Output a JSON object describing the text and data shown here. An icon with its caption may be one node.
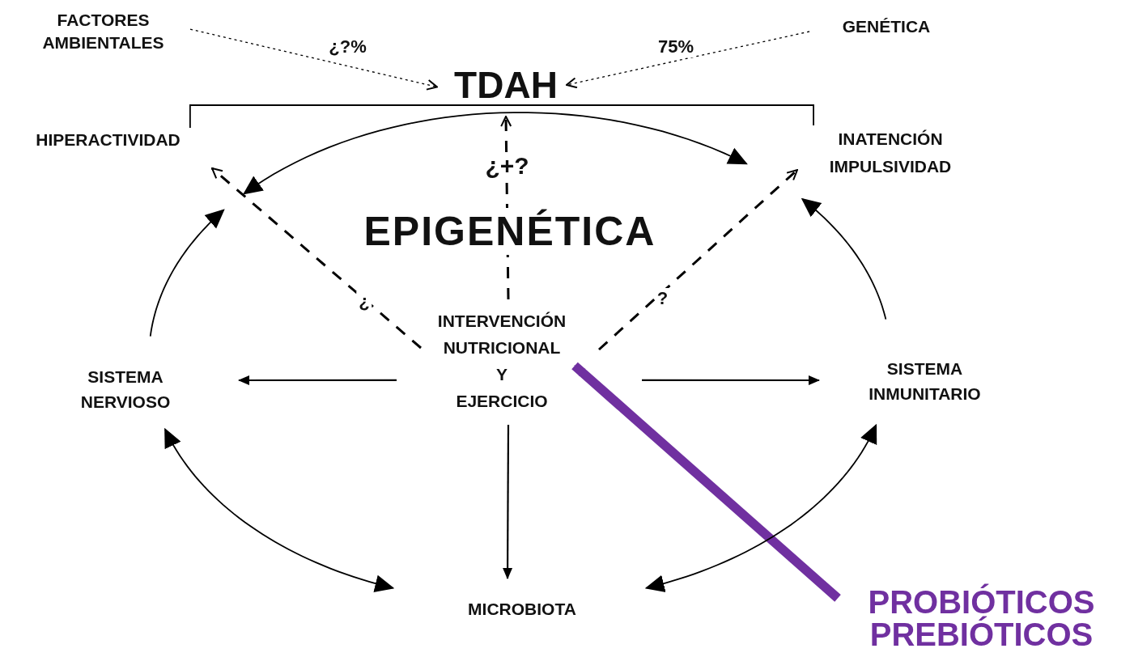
{
  "diagram": {
    "nodes": [
      {
        "text": [
          "FACTORES AMBIENTALES"
        ]
      },
      {
        "text": [
          "GENÉTICA"
        ]
      },
      {
        "text": [
          "TDAH"
        ]
      },
      {
        "text": [
          "HIPERACTIVIDAD"
        ]
      },
      {
        "text": [
          "INATENCIÓN IMPULSIVIDAD"
        ]
      },
      {
        "text": [
          "INTERVENCIÓN NUTRICIONAL Y EJERCICIO"
        ]
      },
      {
        "text": [
          "SISTEMA NERVIOSO"
        ]
      },
      {
        "text": [
          "SISTEMA INMUNITARIO"
        ]
      },
      {
        "text": [
          "MICROBIOTA"
        ]
      },
      {
        "text": [
          "PROBIÓTICOS PREBIÓTICOS"
        ]
      }
    ],
    "edges": [
      {
        "from": 0,
        "to": 2,
        "arrow": "to",
        "label": "¿?%",
        "style": "dashed"
      },
      {
        "from": 1,
        "to": 2,
        "arrow": "to",
        "label": "75%",
        "style": "dashed"
      },
      {
        "from": 2,
        "to": 3,
        "arrow": "none"
      },
      {
        "from": 2,
        "to": 4,
        "arrow": "none"
      },
      {
        "from": 5,
        "to": 2,
        "arrow": "to",
        "label": "¿+?",
        "style": "dashed"
      },
      {
        "from": 5,
        "to": 3,
        "arrow": "to",
        "label": "¿",
        "style": "dashed"
      },
      {
        "from": 5,
        "to": 4,
        "arrow": "to",
        "label": "?",
        "style": "dashed"
      },
      {
        "from": 5,
        "to": 6,
        "arrow": "to"
      },
      {
        "from": 5,
        "to": 7,
        "arrow": "to"
      },
      {
        "from": 5,
        "to": 8,
        "arrow": "to"
      },
      {
        "from": 9,
        "to": 5,
        "arrow": "to",
        "style": "thick",
        "color": "#7030a0"
      },
      {
        "from": 6,
        "to": 3,
        "arrow": "to"
      },
      {
        "from": 3,
        "to": 4,
        "arrow": "both"
      },
      {
        "from": 7,
        "to": 4,
        "arrow": "to"
      },
      {
        "from": 6,
        "to": 8,
        "arrow": "both"
      },
      {
        "from": 8,
        "to": 7,
        "arrow": "both"
      }
    ],
    "labels": [
      "EPIGENÉTICA"
    ]
  }
}
